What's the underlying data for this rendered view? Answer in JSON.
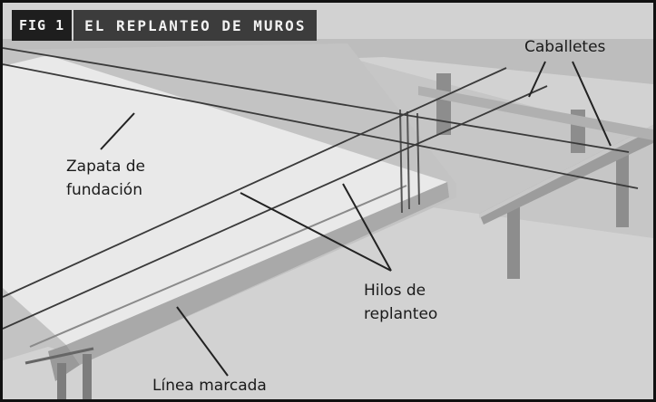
{
  "figure": {
    "fig_tag": "FIG 1",
    "title": "EL REPLANTEO DE MUROS"
  },
  "labels": {
    "zapata_line1": "Zapata de",
    "zapata_line2": "fundación",
    "caballetes": "Caballetes",
    "hilos_line1": "Hilos de",
    "hilos_line2": "replanteo",
    "linea": "Línea marcada"
  }
}
